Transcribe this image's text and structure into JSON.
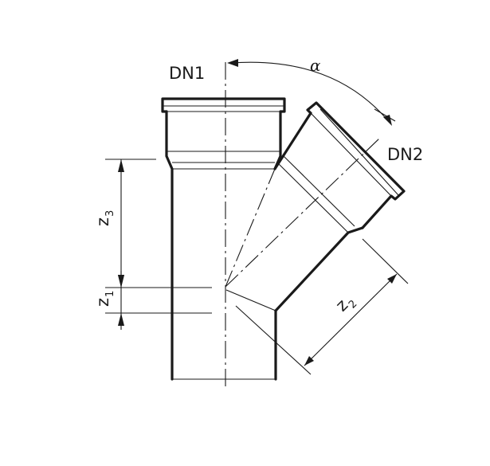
{
  "labels": {
    "dn1": "DN1",
    "dn2": "DN2",
    "alpha": "α",
    "z1": "z",
    "z1_sub": "1",
    "z2": "z",
    "z2_sub": "2",
    "z3": "z",
    "z3_sub": "3"
  },
  "colors": {
    "line": "#1a1a1a",
    "background": "#ffffff"
  }
}
